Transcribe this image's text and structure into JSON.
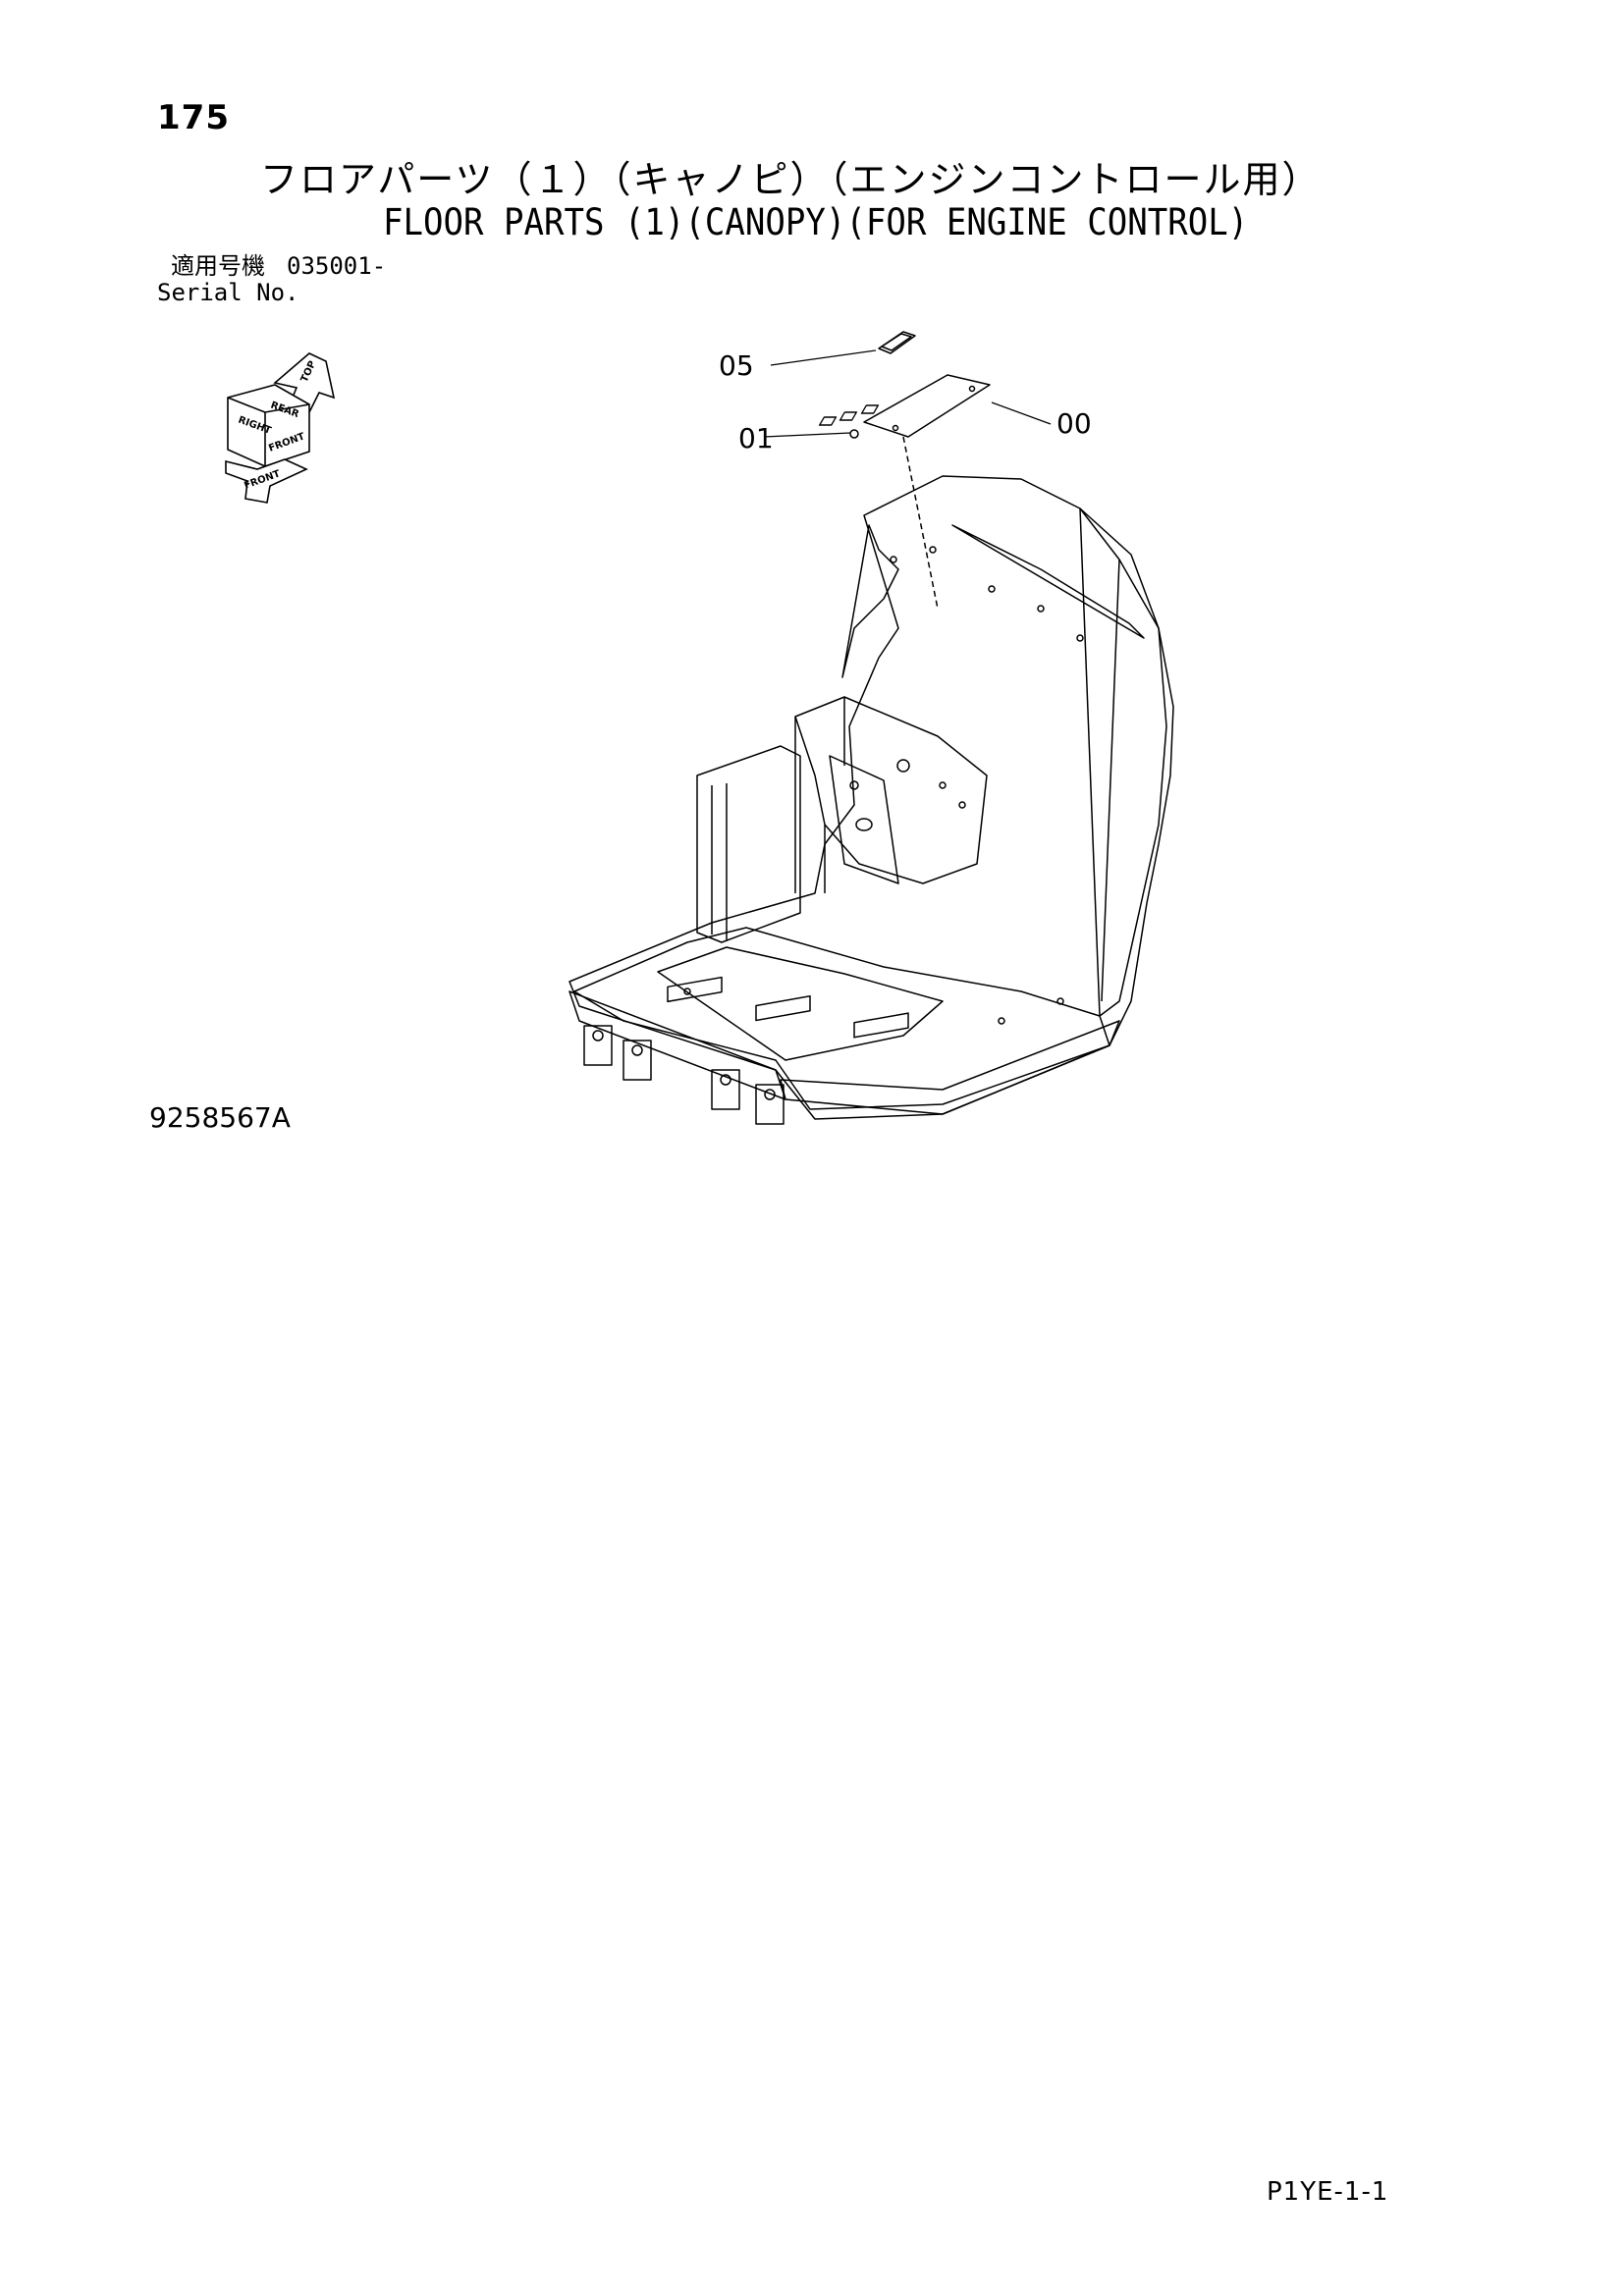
{
  "page": {
    "number": "175",
    "title_jp": "フロアパーツ（１）（キャノピ）（エンジンコントロール用）",
    "title_en": "FLOOR PARTS (1)(CANOPY)(FOR ENGINE CONTROL)",
    "serial_label_jp": "適用号機",
    "serial_label_en": "Serial No.",
    "serial_value": "035001-",
    "reference_code": "9258567A",
    "page_code": "P1YE-1-1"
  },
  "orientation_icon": {
    "labels": [
      "TOP",
      "REAR",
      "RIGHT",
      "FRONT",
      "FRONT"
    ]
  },
  "callouts": [
    "05",
    "01",
    "00"
  ]
}
